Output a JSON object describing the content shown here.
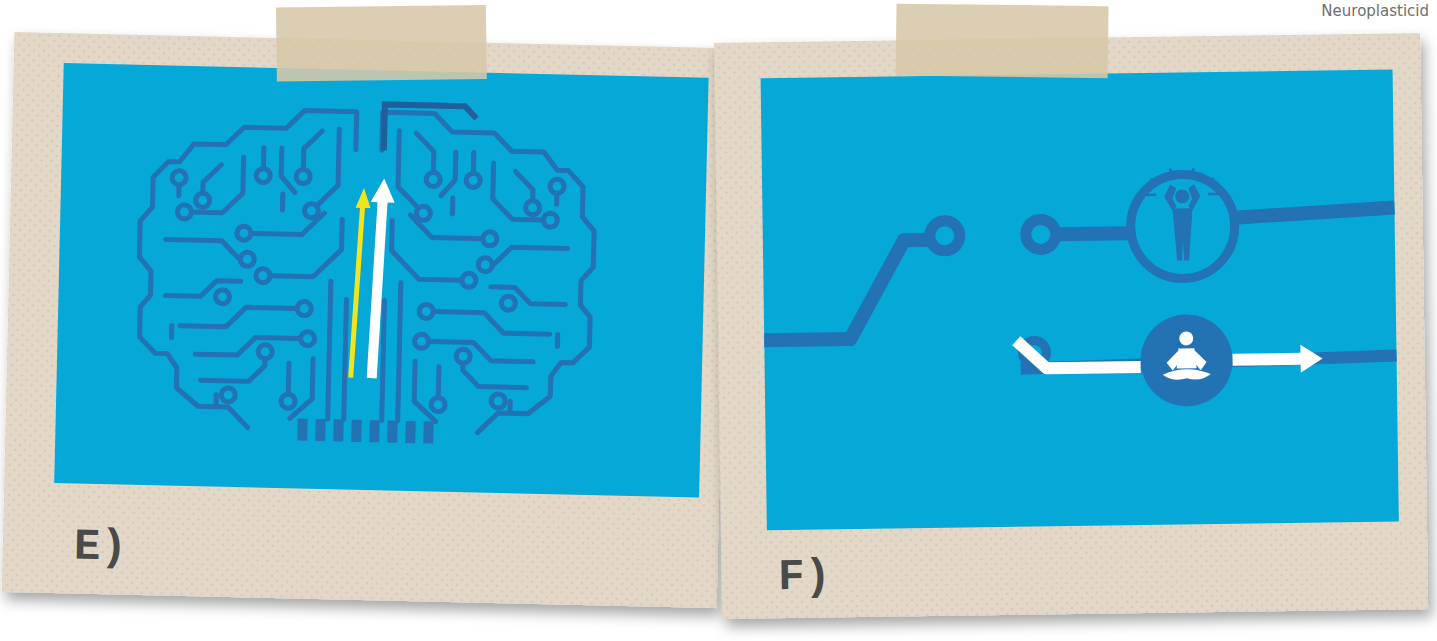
{
  "diagram": {
    "labels": [
      "Neuroplasticid",
      "E)",
      "F)"
    ]
  }
}
